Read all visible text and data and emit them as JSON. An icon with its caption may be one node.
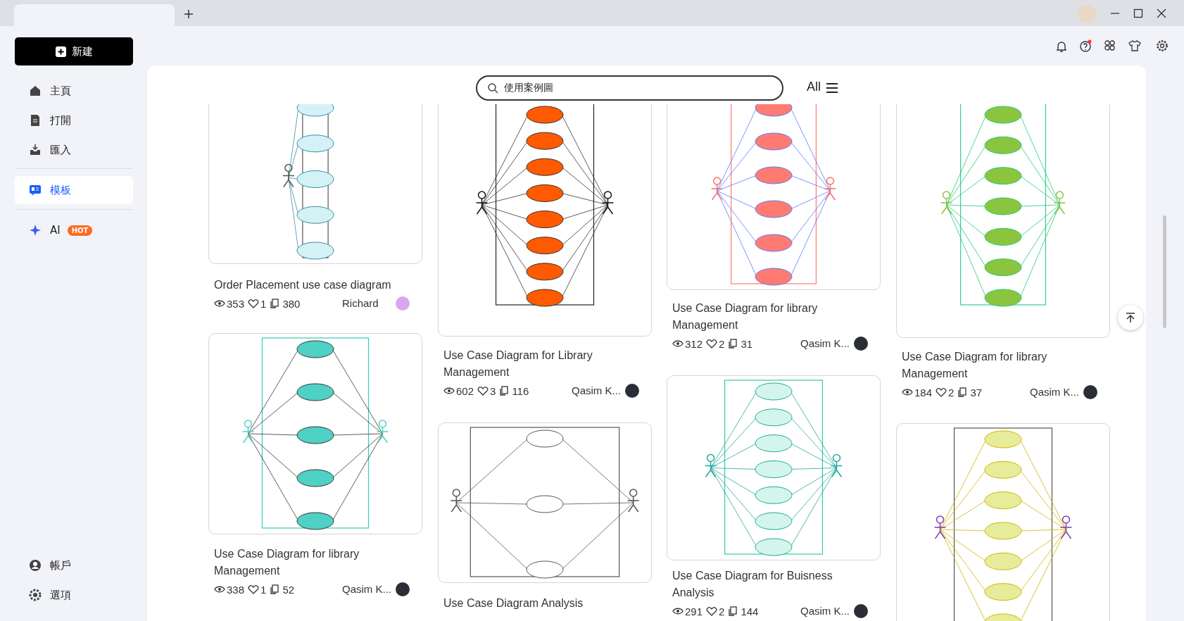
{
  "diagram": {
    "nodes": [
      {
        "text": [
          "Order Placement use case diagram",
          "353",
          "1",
          "380",
          "Richard"
        ]
      },
      {
        "text": [
          "Use Case Diagram for Library Management",
          "602",
          "3",
          "116",
          "Qasim K..."
        ]
      },
      {
        "text": [
          "Use Case Diagram for library Management",
          "312",
          "2",
          "31",
          "Qasim K..."
        ]
      },
      {
        "text": [
          "Use Case Diagram for library Management",
          "184",
          "2",
          "37",
          "Qasim K..."
        ]
      },
      {
        "text": [
          "Use Case Diagram for library Management",
          "338",
          "1",
          "52",
          "Qasim K..."
        ]
      },
      {
        "text": [
          "Use Case Diagram Analysis"
        ]
      },
      {
        "text": [
          "Use Case Diagram for Buisness Analysis",
          "291",
          "2",
          "144",
          "Qasim K..."
        ]
      },
      {
        "text": [],
        "shape": "picture"
      },
      {
        "text": [],
        "shape": "box"
      }
    ],
    "labels": [
      "新建",
      "主頁",
      "打開",
      "匯入",
      "模板",
      "AI",
      "HOT",
      "帳戶",
      "選項",
      "使用案例圖",
      "All"
    ]
  }
}
